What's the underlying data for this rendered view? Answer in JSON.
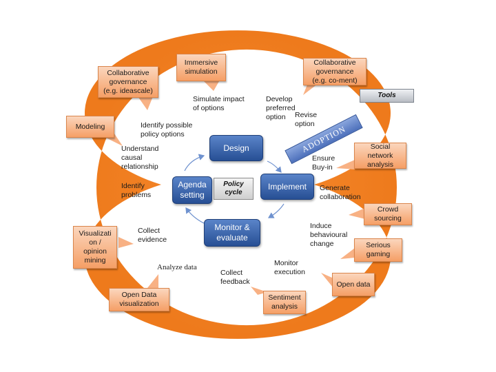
{
  "core_steps": {
    "design": "Design",
    "implement": "Implement",
    "monitor": "Monitor &\nevaluate",
    "agenda": "Agenda\nsetting",
    "policy_cycle": "Policy\ncycle"
  },
  "activities": {
    "simulate": "Simulate impact\nof options",
    "develop": "Develop\npreferred\noption",
    "revise": "Revise\noption",
    "identify_options": "Identify possible\npolicy options",
    "understand": "Understand\ncausal\nrelationship",
    "identify_problems": "Identify\nproblems",
    "collect_evidence": "Collect\nevidence",
    "analyze": "Analyze data",
    "collect_feedback": "Collect\nfeedback",
    "monitor_execution": "Monitor\nexecution",
    "induce": "Induce\nbehavioural\nchange",
    "generate": "Generate\ncollaboration",
    "ensure": "Ensure\nBuy-in"
  },
  "tools_label": "Tools",
  "adoption_label": "ADOPTION",
  "callouts": {
    "immersive": "Immersive\nsimulation",
    "collab_ideascale": "Collaborative\ngovernance\n(e.g. ideascale)",
    "collab_coment": "Collaborative\ngovernance\n(e.g. co-ment)",
    "modeling": "Modeling",
    "social_network": "Social\nnetwork\nanalysis",
    "crowd": "Crowd\nsourcing",
    "serious": "Serious\ngaming",
    "open_data": "Open data",
    "sentiment": "Sentiment\nanalysis",
    "open_data_vis": "Open Data\nvisualization",
    "visualization": "Visualizati\non /\nopinion\nmining"
  },
  "colors": {
    "ring": "#f07f21",
    "core_blue": "#2e5aa3",
    "callout": "#f8b184",
    "arrow": "#6f92cf"
  }
}
